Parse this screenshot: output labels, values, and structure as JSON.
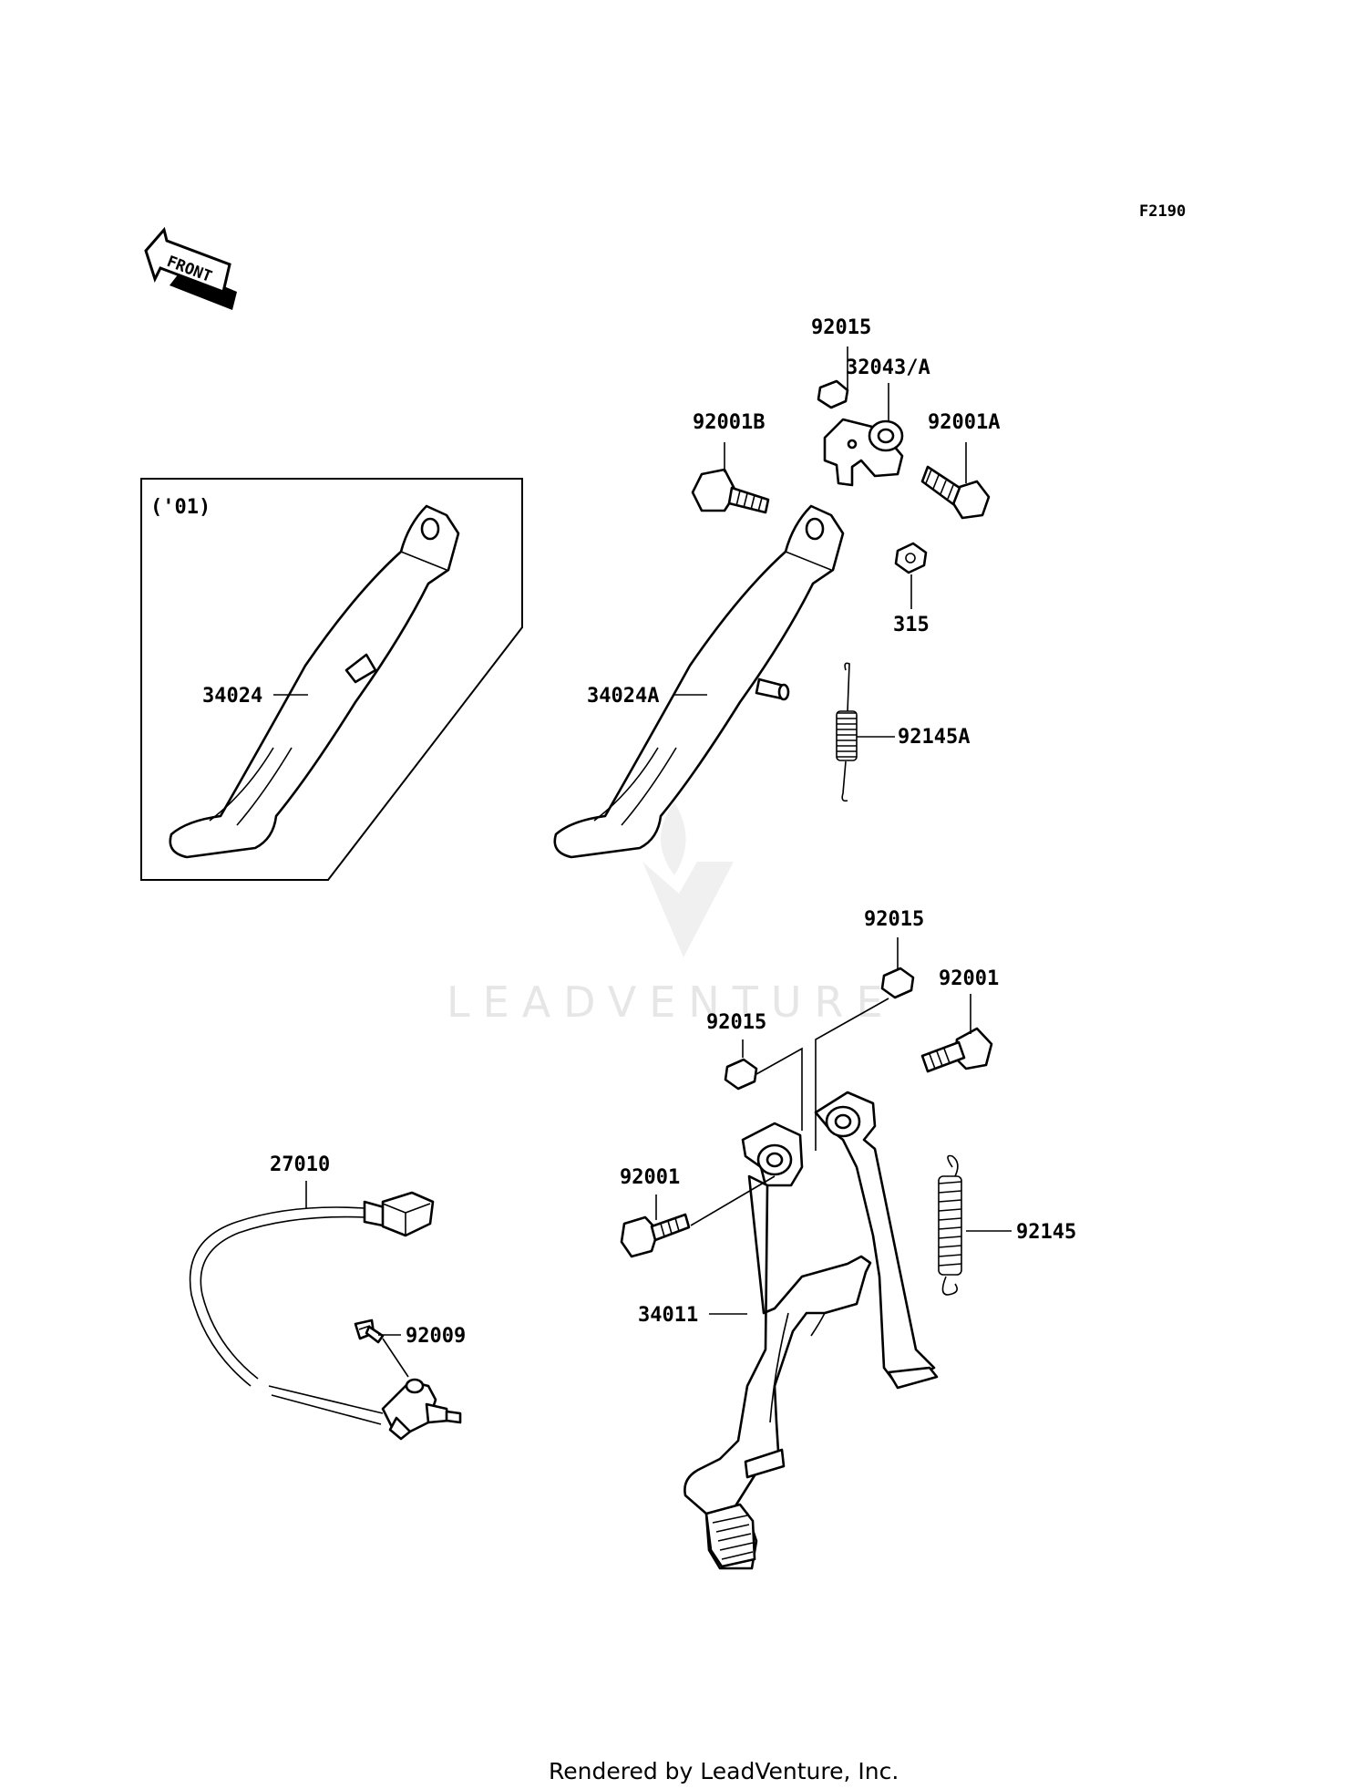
{
  "diagram": {
    "code": "F2190",
    "front_label": "FRONT",
    "inset_label": "('01)",
    "watermark": "LEADVENTURE",
    "footer": "Rendered by LeadVenture, Inc.",
    "callouts": [
      "92015",
      "32043/A",
      "92001B",
      "92001A",
      "315",
      "34024",
      "34024A",
      "92145A",
      "92015",
      "92001",
      "92015",
      "27010",
      "92001",
      "92145",
      "34011",
      "92009"
    ]
  }
}
